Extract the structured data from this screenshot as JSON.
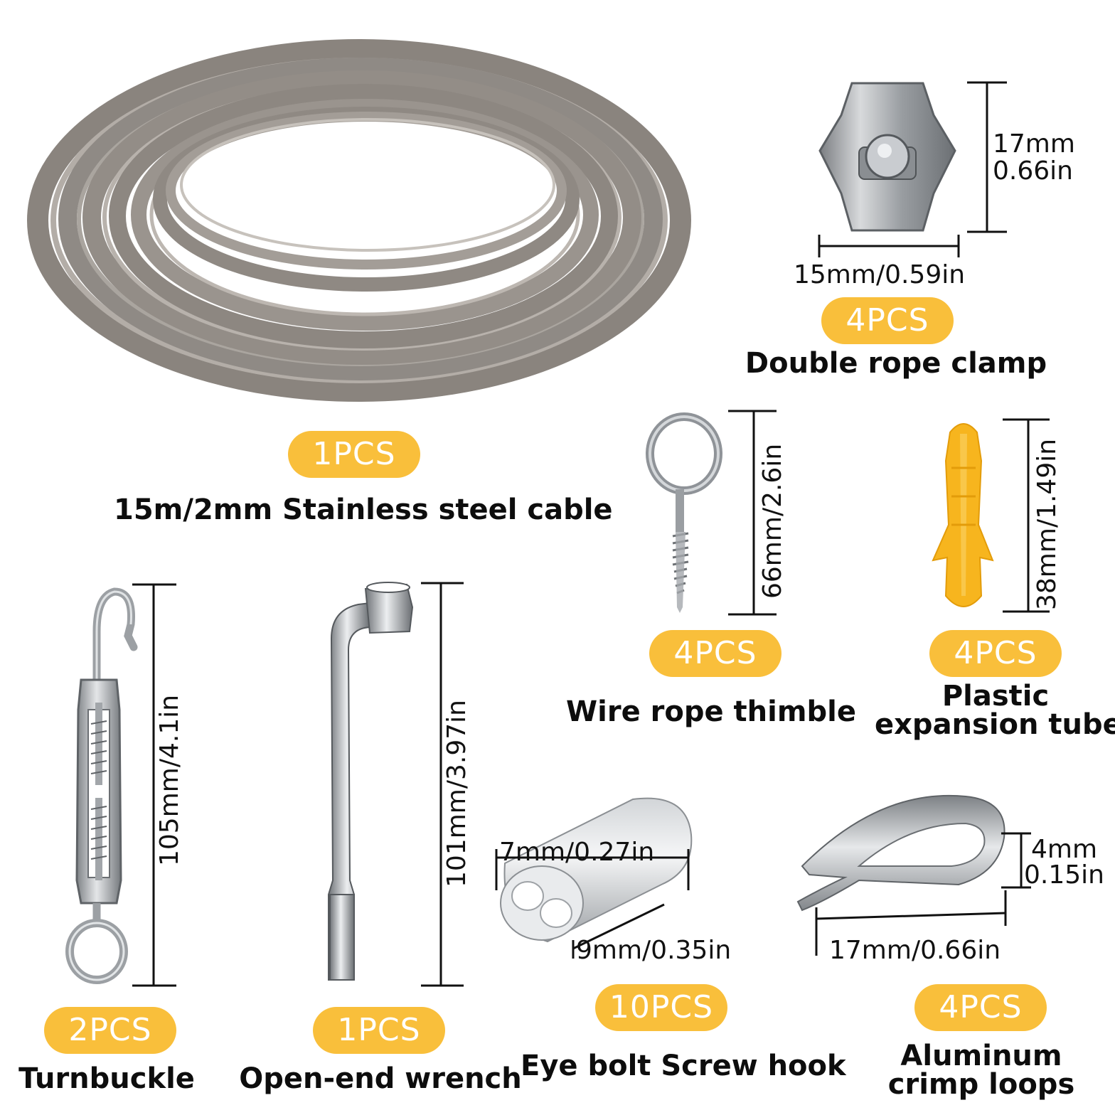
{
  "items": {
    "cable": {
      "qty": "1PCS",
      "name": "15m/2mm Stainless steel cable"
    },
    "clamp": {
      "qty": "4PCS",
      "name": "Double rope clamp",
      "dim_height": "17mm",
      "dim_height_in": "0.66in",
      "dim_width": "15mm/0.59in"
    },
    "thimble": {
      "qty": "4PCS",
      "name": "Wire rope thimble",
      "dim": "66mm/2.6in"
    },
    "tube": {
      "qty": "4PCS",
      "name_line1": "Plastic",
      "name_line2": "expansion tube",
      "dim": "38mm/1.49in"
    },
    "turnbuckle": {
      "qty": "2PCS",
      "name": "Turnbuckle",
      "dim": "105mm/4.1in"
    },
    "wrench": {
      "qty": "1PCS",
      "name": "Open-end wrench",
      "dim": "101mm/3.97in"
    },
    "eyebolt": {
      "qty": "10PCS",
      "name": "Eye bolt Screw hook",
      "dim_a": "7mm/0.27in",
      "dim_b": "9mm/0.35in"
    },
    "loops": {
      "qty": "4PCS",
      "name_line1": "Aluminum",
      "name_line2": "crimp loops",
      "dim_height": "4mm",
      "dim_height_in": "0.15in",
      "dim_width": "17mm/0.66in"
    }
  },
  "colors": {
    "badge": "#f9bf3b",
    "cable": "#8f8a85",
    "metal": "#b9bcc0",
    "plastic": "#f7b51e"
  }
}
